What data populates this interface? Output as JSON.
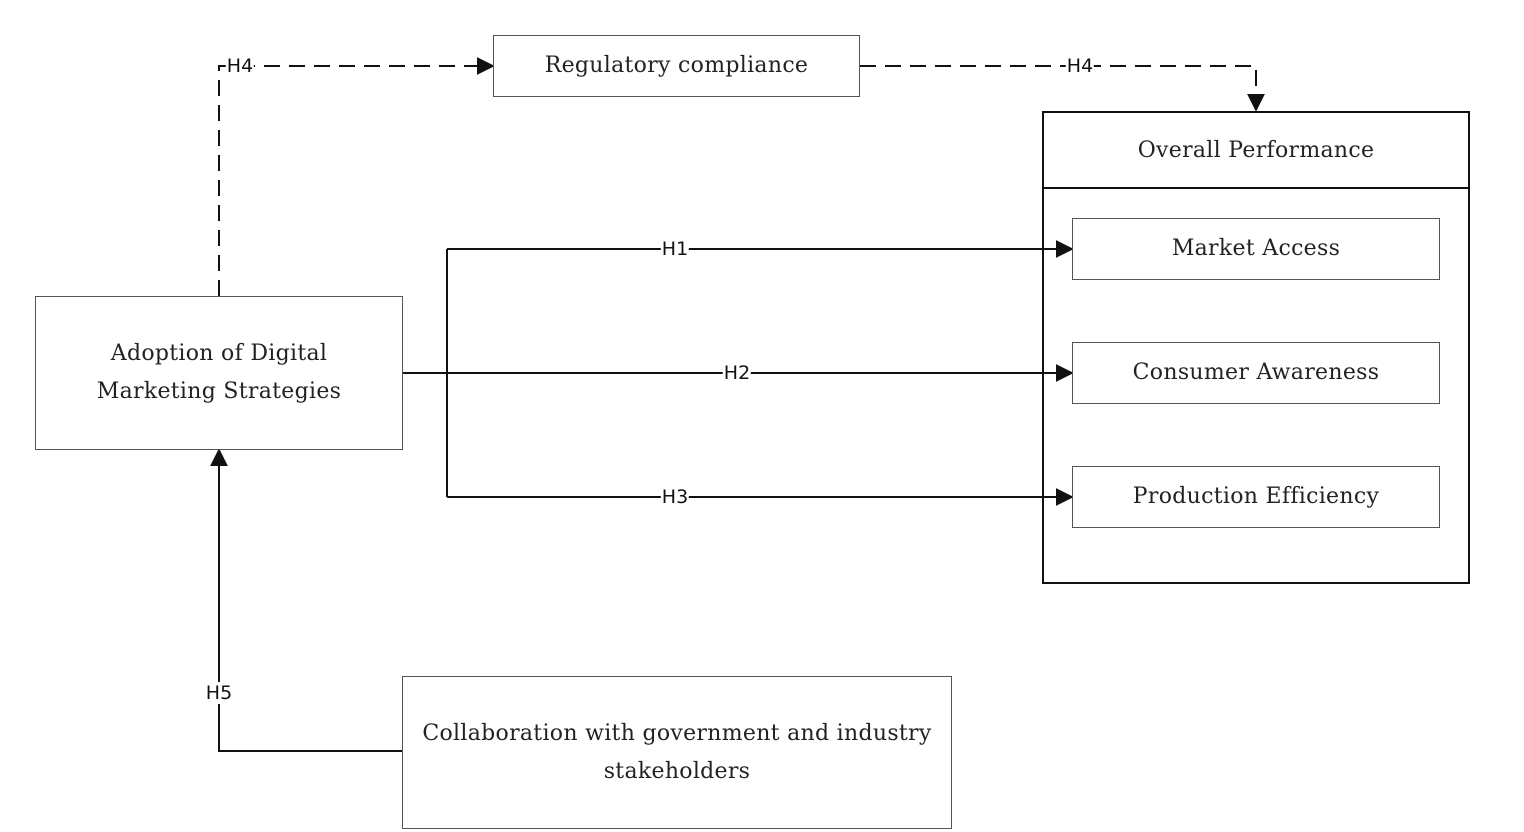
{
  "nodes": {
    "regulatory": "Regulatory compliance",
    "adoption_line1": "Adoption of Digital",
    "adoption_line2": "Marketing Strategies",
    "collaboration_line1": "Collaboration with government and industry",
    "collaboration_line2": "stakeholders",
    "overall": "Overall Performance",
    "market": "Market Access",
    "consumer": "Consumer Awareness",
    "production": "Production Efficiency"
  },
  "hypotheses": {
    "h1": "H1",
    "h2": "H2",
    "h3": "H3",
    "h4_left": "H4",
    "h4_right": "H4",
    "h5": "H5"
  }
}
